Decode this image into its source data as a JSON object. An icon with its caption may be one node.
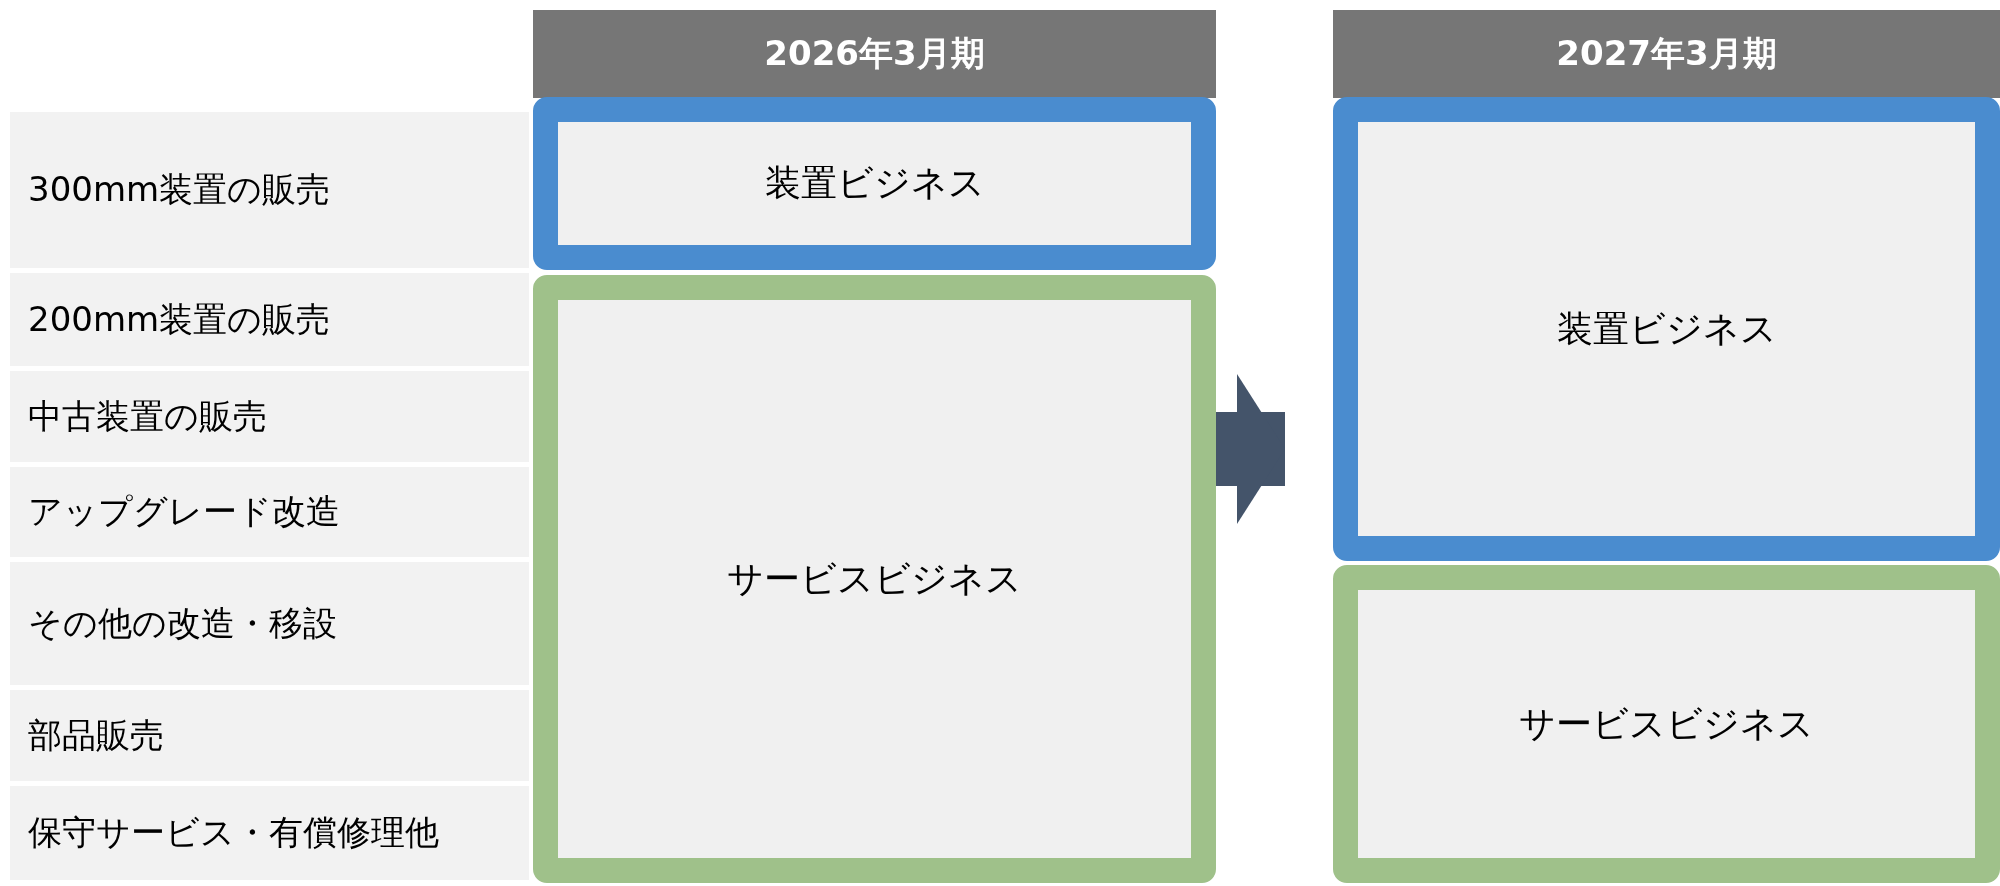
{
  "diagram": {
    "nodes": [
      {
        "text": [
          "2026年3月期"
        ]
      },
      {
        "text": [
          "2027年3月期"
        ]
      },
      {
        "text": [
          "300mm装置の販売"
        ]
      },
      {
        "text": [
          "200mm装置の販売"
        ]
      },
      {
        "text": [
          "中古装置の販売"
        ]
      },
      {
        "text": [
          "アップグレード改造"
        ]
      },
      {
        "text": [
          "その他の改造・移設"
        ]
      },
      {
        "text": [
          "部品販売"
        ]
      },
      {
        "text": [
          "保守サービス・有償修理他"
        ]
      },
      {
        "text": [
          "装置ビジネス"
        ]
      },
      {
        "text": [
          "サービスビジネス"
        ]
      },
      {
        "text": [
          "装置ビジネス"
        ]
      },
      {
        "text": [
          "サービスビジネス"
        ]
      }
    ],
    "edges": [
      {
        "from": 10,
        "to": 11,
        "arrow": "to"
      }
    ]
  }
}
